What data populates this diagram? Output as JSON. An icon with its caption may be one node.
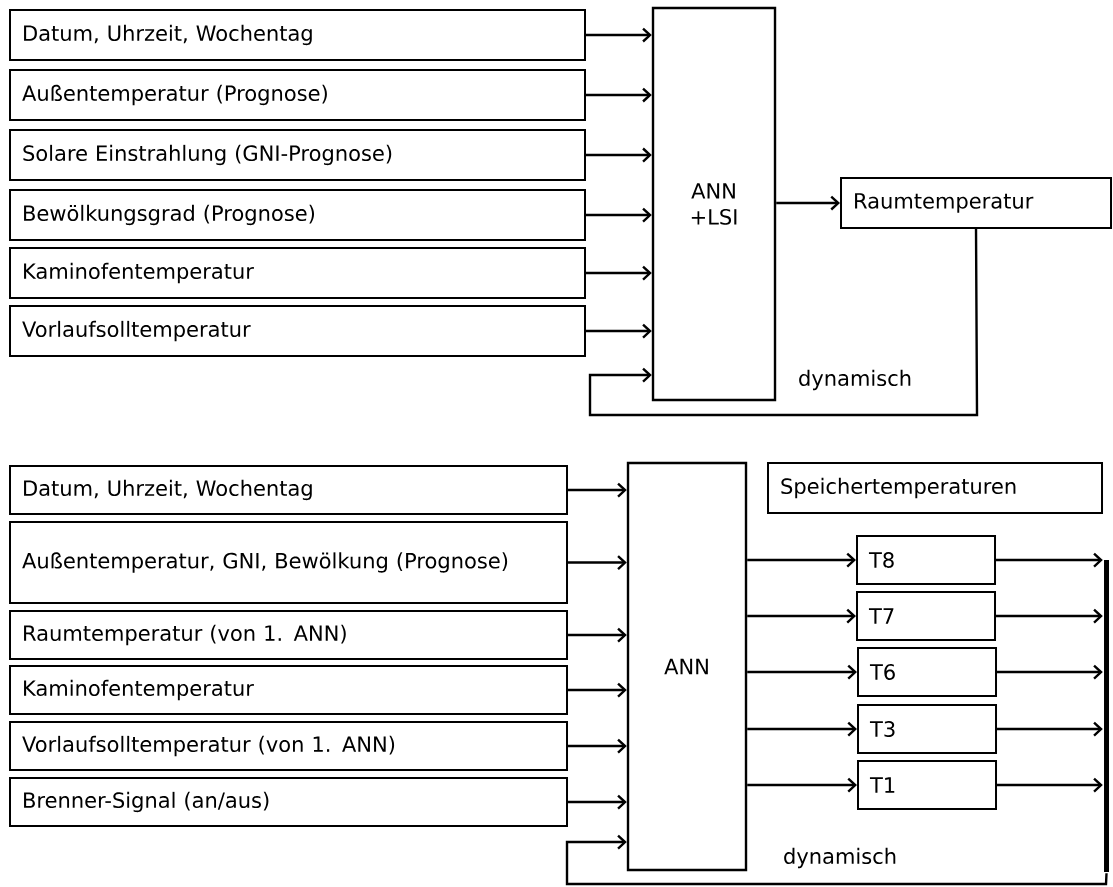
{
  "diagram": {
    "nodes": [
      {
        "text": [
          "Datum, Uhrzeit, Wochentag"
        ]
      },
      {
        "text": [
          "Außentemperatur (Prognose)"
        ]
      },
      {
        "text": [
          "Solare Einstrahlung (GNI-Prognose)"
        ]
      },
      {
        "text": [
          "Bewölkungsgrad (Prognose)"
        ]
      },
      {
        "text": [
          "Kaminofentemperatur"
        ]
      },
      {
        "text": [
          "Vorlaufsolltemperatur"
        ]
      },
      {
        "text": [
          "ANN +LSI"
        ]
      },
      {
        "text": [
          "Raumtemperatur"
        ]
      },
      {
        "text": [
          "Datum, Uhrzeit, Wochentag"
        ]
      },
      {
        "text": [
          "Außentemperatur, GNI, Bewölkung (Prognose)"
        ]
      },
      {
        "text": [
          "Raumtemperatur (von 1. ANN)"
        ]
      },
      {
        "text": [
          "Kaminofentemperatur"
        ]
      },
      {
        "text": [
          "Vorlaufsolltemperatur (von 1. ANN)"
        ]
      },
      {
        "text": [
          "Brenner-Signal (an/aus)"
        ]
      },
      {
        "text": [
          "ANN"
        ]
      },
      {
        "text": [
          "Speichertemperaturen"
        ]
      },
      {
        "text": [
          "T8"
        ]
      },
      {
        "text": [
          "T7"
        ]
      },
      {
        "text": [
          "T6"
        ]
      },
      {
        "text": [
          "T3"
        ]
      },
      {
        "text": [
          "T1"
        ]
      },
      {
        "text": [],
        "shape": "bar"
      }
    ],
    "edges": [
      {
        "from": 0,
        "to": 6,
        "arrow": "to"
      },
      {
        "from": 1,
        "to": 6,
        "arrow": "to"
      },
      {
        "from": 2,
        "to": 6,
        "arrow": "to"
      },
      {
        "from": 3,
        "to": 6,
        "arrow": "to"
      },
      {
        "from": 4,
        "to": 6,
        "arrow": "to"
      },
      {
        "from": 5,
        "to": 6,
        "arrow": "to"
      },
      {
        "from": 6,
        "to": 7,
        "arrow": "to"
      },
      {
        "from": 7,
        "to": 6,
        "arrow": "to",
        "label": "dynamisch"
      },
      {
        "from": 8,
        "to": 14,
        "arrow": "to"
      },
      {
        "from": 9,
        "to": 14,
        "arrow": "to"
      },
      {
        "from": 10,
        "to": 14,
        "arrow": "to"
      },
      {
        "from": 11,
        "to": 14,
        "arrow": "to"
      },
      {
        "from": 12,
        "to": 14,
        "arrow": "to"
      },
      {
        "from": 13,
        "to": 14,
        "arrow": "to"
      },
      {
        "from": 14,
        "to": 16,
        "arrow": "to"
      },
      {
        "from": 14,
        "to": 17,
        "arrow": "to"
      },
      {
        "from": 14,
        "to": 18,
        "arrow": "to"
      },
      {
        "from": 14,
        "to": 19,
        "arrow": "to"
      },
      {
        "from": 14,
        "to": 20,
        "arrow": "to"
      },
      {
        "from": 16,
        "to": 21,
        "arrow": "to"
      },
      {
        "from": 17,
        "to": 21,
        "arrow": "to"
      },
      {
        "from": 18,
        "to": 21,
        "arrow": "to"
      },
      {
        "from": 19,
        "to": 21,
        "arrow": "to"
      },
      {
        "from": 20,
        "to": 21,
        "arrow": "to"
      },
      {
        "from": 21,
        "to": 14,
        "arrow": "to",
        "label": "dynamisch"
      }
    ]
  }
}
